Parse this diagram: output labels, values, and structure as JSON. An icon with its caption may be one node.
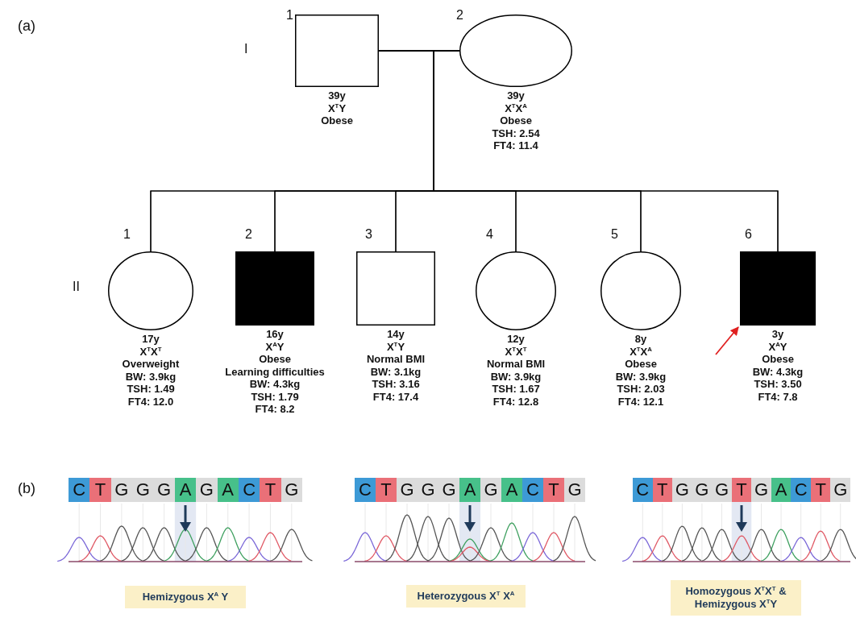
{
  "diagram": {
    "nodes": [
      {
        "text": [
          "39y",
          "X$^{T}$Y",
          "Obese"
        ],
        "beside": [
          "1"
        ]
      },
      {
        "text": [
          "39y",
          "X$^{T}$X$^{A}$",
          "Obese",
          "TSH: 2.54",
          "FT4: 11.4"
        ],
        "beside": [
          "2"
        ]
      },
      {
        "text": [
          "17y",
          "X$^{T}$X$^{T}$",
          "Overweight",
          "BW: 3.9kg",
          "TSH: 1.49",
          "FT4: 12.0"
        ],
        "beside": [
          "1"
        ]
      },
      {
        "text": [
          "16y",
          "X$^{A}$Y",
          "Obese",
          "Learning difficulties",
          "BW: 4.3kg",
          "TSH: 1.79",
          "FT4: 8.2"
        ],
        "beside": [
          "2"
        ]
      },
      {
        "text": [
          "14y",
          "X$^{T}$Y",
          "Normal BMI",
          "BW: 3.1kg",
          "TSH: 3.16",
          "FT4: 17.4"
        ],
        "beside": [
          "3"
        ]
      },
      {
        "text": [
          "12y",
          "X$^{T}$X$^{T}$",
          "Normal BMI",
          "BW: 3.9kg",
          "TSH: 1.67",
          "FT4: 12.8"
        ],
        "beside": [
          "4"
        ]
      },
      {
        "text": [
          "8y",
          "X$^{T}$X$^{A}$",
          "Obese",
          "BW: 3.9kg",
          "TSH: 2.03",
          "FT4: 12.1"
        ],
        "beside": [
          "5"
        ]
      },
      {
        "text": [
          "3y",
          "X$^{A}$Y",
          "Obese",
          "BW: 4.3kg",
          "TSH: 3.50",
          "FT4: 7.8"
        ],
        "beside": [
          "6"
        ]
      },
      {
        "text": [
          "Hemizygous X$^{A}$ Y"
        ]
      },
      {
        "text": [
          "Heterozygous X$^{T}$ X$^{A}$"
        ]
      },
      {
        "text": [
          "Homozygous X$^{T}$X$^{T}$ & Hemizygous X$^{T}$Y"
        ]
      }
    ],
    "edges": [
      {
        "from": 0,
        "to": 1,
        "arrow": "none"
      },
      {
        "from": 0,
        "to": 2,
        "arrow": "none"
      },
      {
        "from": 1,
        "to": 2,
        "arrow": "none"
      },
      {
        "from": 0,
        "to": 3,
        "arrow": "none"
      },
      {
        "from": 1,
        "to": 3,
        "arrow": "none"
      },
      {
        "from": 0,
        "to": 4,
        "arrow": "none"
      },
      {
        "from": 1,
        "to": 4,
        "arrow": "none"
      },
      {
        "from": 0,
        "to": 5,
        "arrow": "none"
      },
      {
        "from": 1,
        "to": 5,
        "arrow": "none"
      },
      {
        "from": 0,
        "to": 6,
        "arrow": "none"
      },
      {
        "from": 1,
        "to": 6,
        "arrow": "none"
      },
      {
        "from": 0,
        "to": 7,
        "arrow": "none"
      },
      {
        "from": 1,
        "to": 7,
        "arrow": "none"
      },
      {
        "from": null,
        "to": 7,
        "arrow": "to",
        "color": "#e02020"
      }
    ],
    "labels": [
      "(a)",
      "I",
      "II",
      "(b)",
      "C",
      "T",
      "G",
      "G",
      "G",
      "A",
      "G",
      "A",
      "C",
      "T",
      "G",
      "C",
      "T",
      "G",
      "G",
      "G",
      "A",
      "G",
      "A",
      "C",
      "T",
      "G",
      "C",
      "T",
      "G",
      "G",
      "G",
      "T",
      "G",
      "A",
      "C",
      "T",
      "G"
    ]
  }
}
